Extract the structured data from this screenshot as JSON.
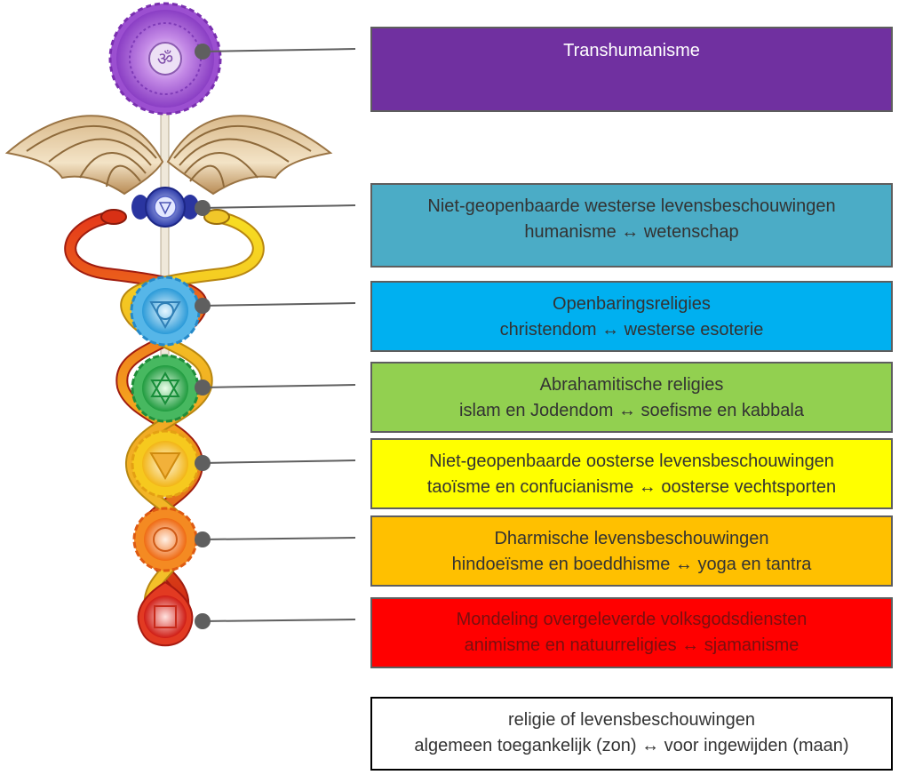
{
  "colors": {
    "crown": "#7030a0",
    "third_eye": "#4bacc6",
    "throat": "#00b0f0",
    "heart": "#92d050",
    "solar_plexus": "#ffff00",
    "sacral": "#ffc000",
    "root": "#ff0000",
    "legend": "#ffffff",
    "connector": "#5f5f5f"
  },
  "chakras": [
    {
      "name": "crown",
      "box_line1": "Transhumanisme",
      "box_line2": "",
      "color": "#7030a0",
      "icon": "om-symbol-icon"
    },
    {
      "name": "third-eye",
      "box_line1": "Niet-geopenbaarde westerse levensbeschouwingen",
      "box_line2": "humanisme ↔ wetenschap",
      "color": "#4bacc6",
      "icon": "ajna-symbol-icon"
    },
    {
      "name": "throat",
      "box_line1": "Openbaringsreligies",
      "box_line2": "christendom ↔ westerse esoterie",
      "color": "#00b0f0",
      "icon": "vishuddha-symbol-icon"
    },
    {
      "name": "heart",
      "box_line1": "Abrahamitische religies",
      "box_line2": "islam en Jodendom ↔ soefisme en kabbala",
      "color": "#92d050",
      "icon": "anahata-symbol-icon"
    },
    {
      "name": "solar-plexus",
      "box_line1": "Niet-geopenbaarde oosterse levensbeschouwingen",
      "box_line2": "taoïsme en confucianisme ↔ oosterse vechtsporten",
      "color": "#ffff00",
      "icon": "manipura-symbol-icon"
    },
    {
      "name": "sacral",
      "box_line1": "Dharmische levensbeschouwingen",
      "box_line2": "hindoeïsme en boeddhisme ↔ yoga en tantra",
      "color": "#ffc000",
      "icon": "svadhisthana-symbol-icon"
    },
    {
      "name": "root",
      "box_line1": "Mondeling overgeleverde volksgodsdiensten",
      "box_line2": "animisme en natuurreligies ↔ sjamanisme",
      "color": "#ff0000",
      "icon": "muladhara-symbol-icon"
    }
  ],
  "legend": {
    "line1": "religie of levensbeschouwingen",
    "line2": "algemeen toegankelijk (zon) ↔ voor ingewijden (maan)"
  }
}
